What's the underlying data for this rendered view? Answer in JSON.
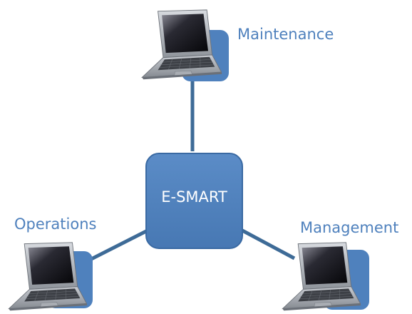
{
  "center": {
    "label": "E-SMART"
  },
  "nodes": [
    {
      "id": "maintenance",
      "label": "Maintenance"
    },
    {
      "id": "operations",
      "label": "Operations"
    },
    {
      "id": "management",
      "label": "Management"
    }
  ],
  "colors": {
    "hub_fill": "#4f81bd",
    "hub_border": "#3a6aa3",
    "connector": "#3e6b97",
    "label_text": "#4f81bd",
    "hub_text": "#ffffff",
    "laptop_backdrop": "#4f81bd"
  },
  "icons": [
    "laptop-icon"
  ]
}
